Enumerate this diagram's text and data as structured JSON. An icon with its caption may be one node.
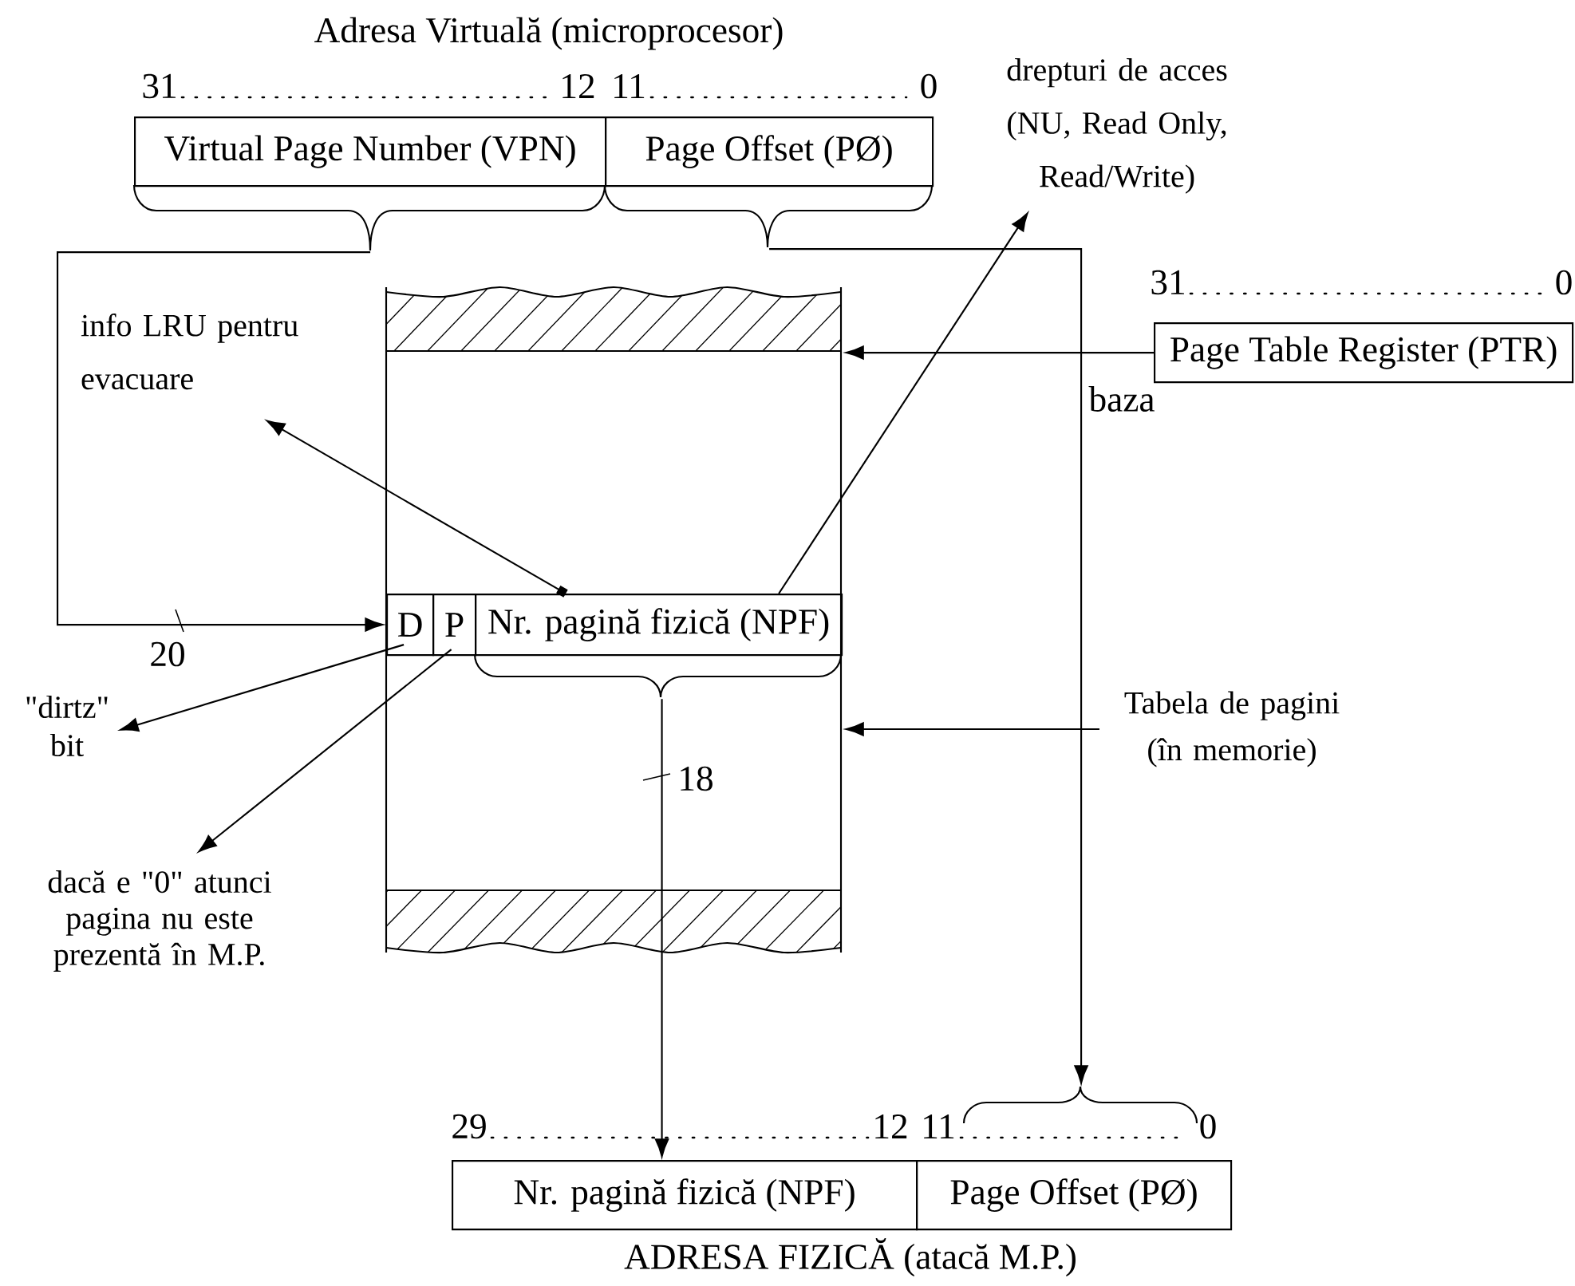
{
  "diagram": {
    "nodes": [
      {
        "text": [
          "Virtual Page Number (VPN)"
        ]
      },
      {
        "text": [
          "Page Offset (PØ)"
        ]
      },
      {
        "text": [],
        "shape": "box"
      },
      {
        "text": [
          "D"
        ],
        "in": 2
      },
      {
        "text": [
          "P"
        ],
        "in": 2
      },
      {
        "text": [
          "Nr. pagină fizică (NPF)"
        ],
        "in": 2
      },
      {
        "text": [
          "Page Table Register (PTR)"
        ]
      },
      {
        "text": [
          "info LRU pentru evacuare"
        ]
      },
      {
        "text": [
          "drepturi de acces (NU, Read Only, Read/Write)"
        ]
      },
      {
        "text": [
          "\"dirtz\" bit"
        ]
      },
      {
        "text": [
          "dacă e \"0\" atunci pagina nu este prezentă în M.P."
        ]
      },
      {
        "text": [
          "Tabela de pagini (în memorie)"
        ]
      },
      {
        "text": [
          "Nr. pagină fizică (NPF)"
        ]
      },
      {
        "text": [
          "Page Offset (PØ)"
        ]
      }
    ],
    "edges": [
      {
        "from": 0,
        "to": 3,
        "arrow": "to",
        "label": "20"
      },
      {
        "from": 1,
        "to": 13,
        "arrow": "to"
      },
      {
        "from": 6,
        "to": 2,
        "arrow": "to",
        "label": "baza"
      },
      {
        "from": 5,
        "to": 7,
        "arrow": "to"
      },
      {
        "from": 5,
        "to": 8,
        "arrow": "to"
      },
      {
        "from": 3,
        "to": 9,
        "arrow": "to"
      },
      {
        "from": 4,
        "to": 10,
        "arrow": "to"
      },
      {
        "from": 11,
        "to": 2,
        "arrow": "to"
      },
      {
        "from": 5,
        "to": 12,
        "arrow": "to",
        "label": "18"
      }
    ],
    "labels": [
      "Adresa Virtuală (microprocesor)",
      "31",
      "12",
      "11",
      "0",
      "31",
      "0",
      "29",
      "12",
      "11",
      "0",
      "ADRESA FIZICĂ (atacă M.P.)"
    ]
  }
}
